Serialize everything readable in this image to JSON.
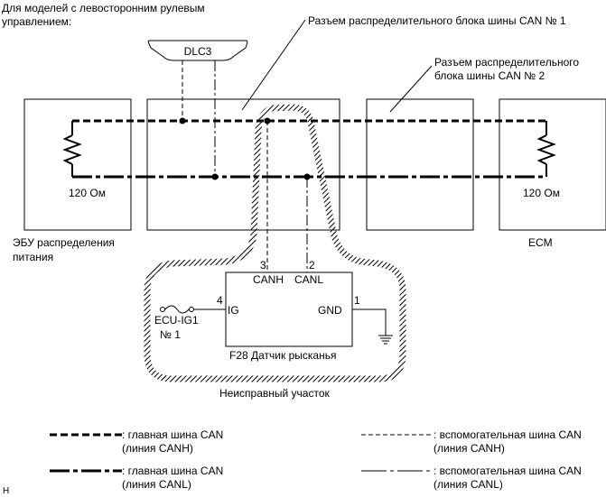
{
  "header": {
    "line1": "Для моделей с левосторонним рулевым",
    "line2": "управлением:"
  },
  "labels": {
    "dlc3": "DLC3",
    "junction1": "Разъем распределительного блока шины CAN № 1",
    "junction2_line1": "Разъем распределительного",
    "junction2_line2": "блока шины CAN № 2",
    "resistor_left": "120 Ом",
    "resistor_right": "120 Ом",
    "ecu_power_line1": "ЭБУ распределения",
    "ecu_power_line2": "питания",
    "ecm": "ECM",
    "pin3": "3",
    "pin2": "2",
    "canh": "CANH",
    "canl": "CANL",
    "pin4": "4",
    "ig": "IG",
    "pin1": "1",
    "gnd": "GND",
    "ecu_ig1": "ECU-IG1",
    "ecu_ig1_no": "№ 1",
    "sensor": "F28  Датчик рысканья",
    "faulty_area": "Неисправный участок"
  },
  "legend": {
    "main_canh_line1": ": главная шина CAN",
    "main_canh_line2": "(линия CANH)",
    "main_canl_line1": ": главная шина CAN",
    "main_canl_line2": "(линия CANL)",
    "aux_canh_line1": ": вспомогательная шина CAN",
    "aux_canh_line2": "(линия CANH)",
    "aux_canl_line1": ": вспомогательная шина CAN",
    "aux_canl_line2": "(линия CANL)"
  },
  "footer": {
    "code": "H"
  }
}
